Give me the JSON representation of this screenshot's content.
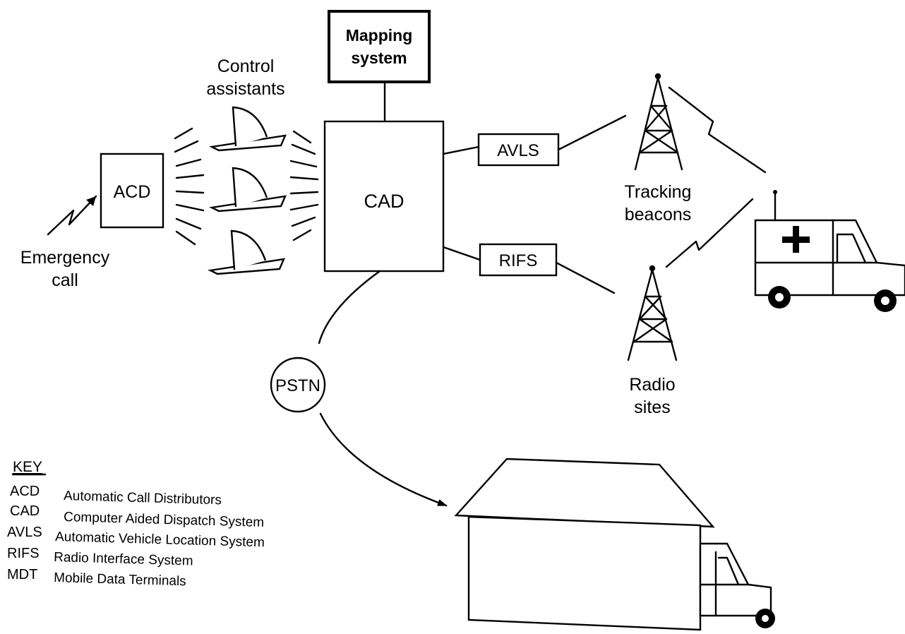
{
  "nodes": {
    "mapping": {
      "line1": "Mapping",
      "line2": "system"
    },
    "control": {
      "line1": "Control",
      "line2": "assistants"
    },
    "acd": "ACD",
    "cad": "CAD",
    "avls": "AVLS",
    "rifs": "RIFS",
    "pstn": "PSTN",
    "emergency": {
      "line1": "Emergency",
      "line2": "call"
    },
    "tracking": {
      "line1": "Tracking",
      "line2": "beacons"
    },
    "radio": {
      "line1": "Radio",
      "line2": "sites"
    }
  },
  "key": {
    "title": "KEY",
    "entries": [
      {
        "abbr": "ACD",
        "desc": "Automatic Call Distributors"
      },
      {
        "abbr": "CAD",
        "desc": "Computer Aided Dispatch System"
      },
      {
        "abbr": "AVLS",
        "desc": "Automatic Vehicle Location System"
      },
      {
        "abbr": "RIFS",
        "desc": "Radio Interface System"
      },
      {
        "abbr": "MDT",
        "desc": "Mobile Data Terminals"
      }
    ]
  }
}
